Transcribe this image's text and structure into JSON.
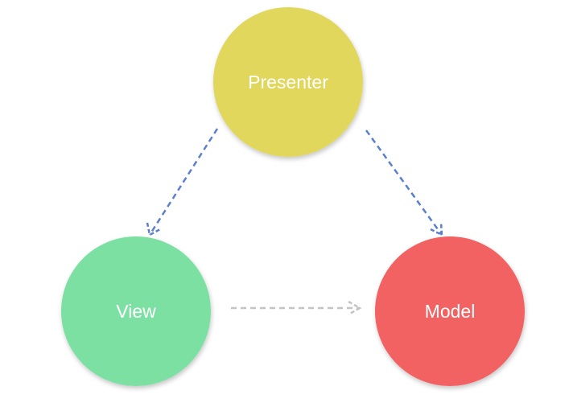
{
  "nodes": {
    "presenter": {
      "label": "Presenter",
      "color": "#e0d75c"
    },
    "view": {
      "label": "View",
      "color": "#7be0a3"
    },
    "model": {
      "label": "Model",
      "color": "#f26262"
    }
  },
  "edges": [
    {
      "from": "presenter",
      "to": "view",
      "style": "dashed",
      "color": "#5b7fcf"
    },
    {
      "from": "presenter",
      "to": "model",
      "style": "dashed",
      "color": "#5b7fcf"
    },
    {
      "from": "view",
      "to": "model",
      "style": "dashed",
      "color": "#c4c4c4"
    }
  ]
}
